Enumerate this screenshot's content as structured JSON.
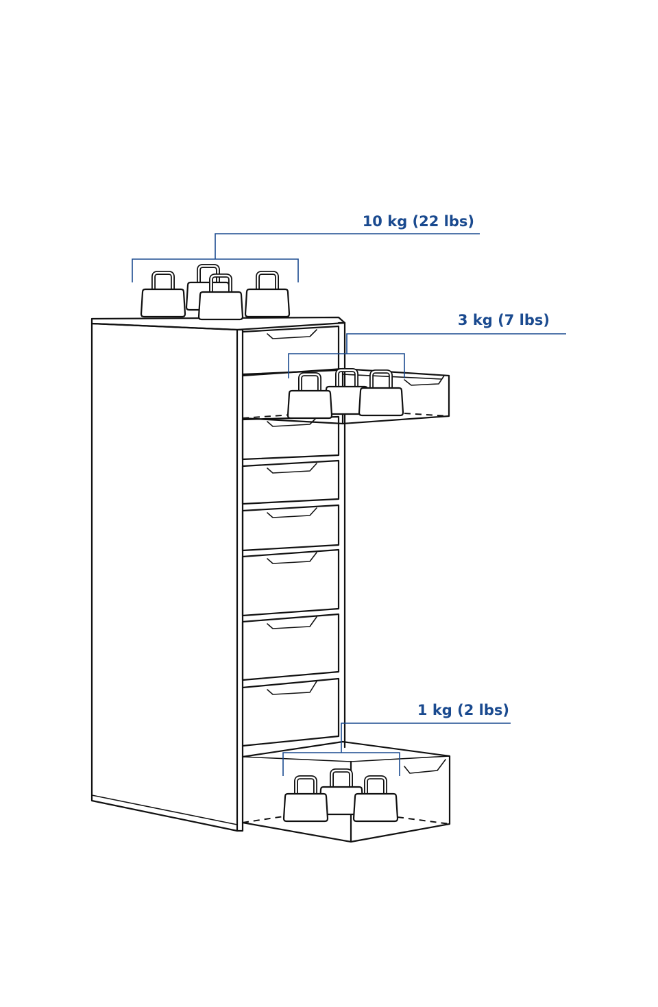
{
  "colors": {
    "accent": "#1a4a8f",
    "ink": "#111111"
  },
  "labels": {
    "top": "10 kg (22 lbs)",
    "middle": "3 kg (7 lbs)",
    "bottom": "1 kg (2 lbs)"
  }
}
